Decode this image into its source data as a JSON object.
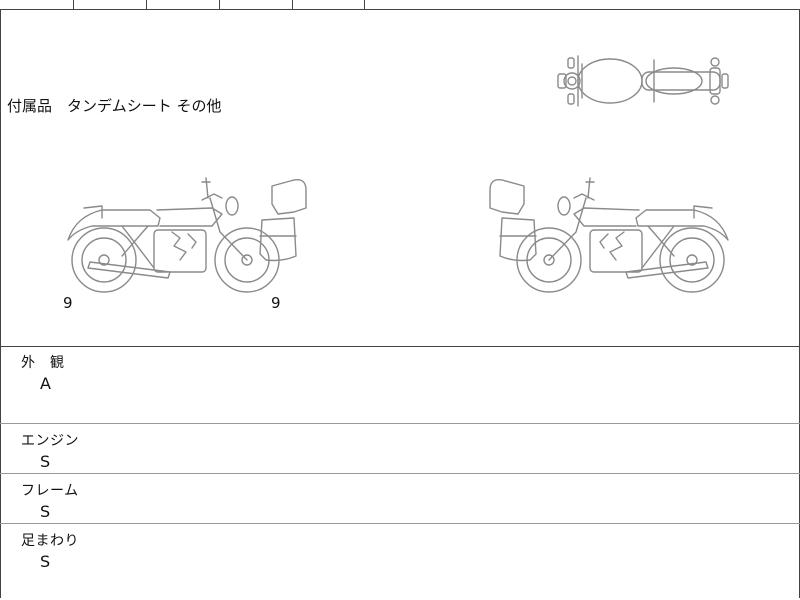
{
  "top_strip": {
    "cells": [
      "",
      "",
      "",
      "",
      "",
      "",
      "",
      ""
    ]
  },
  "accessories": {
    "label": "付属品",
    "value": "タンデムシート その他"
  },
  "diagram": {
    "left_bike_marks": [
      "9",
      "9"
    ]
  },
  "inspection": [
    {
      "label": "外　観",
      "grade": "A"
    },
    {
      "label": "エンジン",
      "grade": "S"
    },
    {
      "label": "フレーム",
      "grade": "S"
    },
    {
      "label": "足まわり",
      "grade": "S"
    }
  ],
  "colors": {
    "line": "#444444",
    "drawing": "#8a8a8a"
  }
}
